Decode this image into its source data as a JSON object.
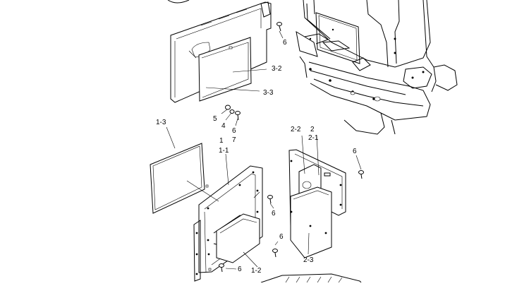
{
  "diagram": {
    "callouts": {
      "c3_2": "3-2",
      "c3_3": "3-3",
      "c6_top": "6",
      "c5": "5",
      "c4": "4",
      "c6_mid": "6",
      "c7": "7",
      "c1_3": "1-3",
      "c1": "1",
      "c1_1": "1-1",
      "c2_2": "2-2",
      "c2": "2",
      "c2_1": "2-1",
      "c6_right": "6",
      "c6_a": "6",
      "c6_b": "6",
      "c2_3": "2-3",
      "c6_bottom": "6",
      "c1_2": "1-2"
    }
  }
}
